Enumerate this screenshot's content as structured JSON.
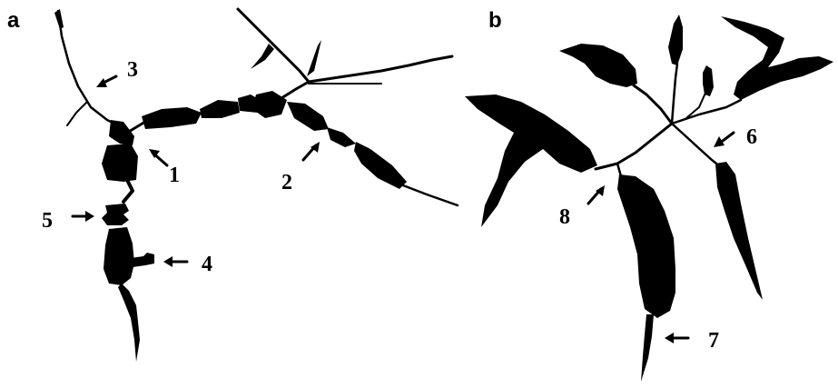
{
  "panels": [
    {
      "letter": "a",
      "labels": [
        "1",
        "2",
        "3",
        "4",
        "5"
      ]
    },
    {
      "letter": "b",
      "labels": [
        "6",
        "7",
        "8"
      ]
    }
  ],
  "colors": {
    "ink": "#000000",
    "background": "#ffffff"
  }
}
